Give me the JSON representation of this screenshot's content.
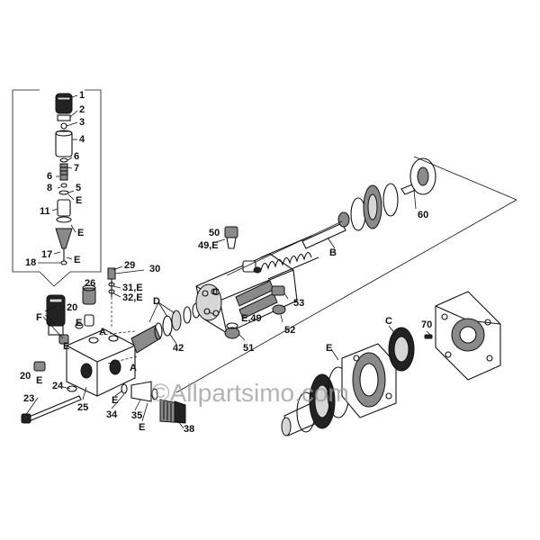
{
  "watermark": "©Allpartsimo.com",
  "colors": {
    "ink": "#111111",
    "paper": "#ffffff",
    "shade": "#8a8a8a",
    "watermark": "#9a9a9a"
  },
  "callouts": [
    {
      "id": "c1",
      "text": "1"
    },
    {
      "id": "c2",
      "text": "2"
    },
    {
      "id": "c3",
      "text": "3"
    },
    {
      "id": "c4",
      "text": "4"
    },
    {
      "id": "c6a",
      "text": "6"
    },
    {
      "id": "c6b",
      "text": "6"
    },
    {
      "id": "c7",
      "text": "7"
    },
    {
      "id": "c8",
      "text": "8"
    },
    {
      "id": "c5",
      "text": "5"
    },
    {
      "id": "cE1",
      "text": "E"
    },
    {
      "id": "c11",
      "text": "11"
    },
    {
      "id": "cE2",
      "text": "E"
    },
    {
      "id": "c17",
      "text": "17"
    },
    {
      "id": "c18",
      "text": "18"
    },
    {
      "id": "cE3",
      "text": "E"
    },
    {
      "id": "c29",
      "text": "29"
    },
    {
      "id": "c30",
      "text": "30"
    },
    {
      "id": "c31",
      "text": "31,E"
    },
    {
      "id": "c32",
      "text": "32,E"
    },
    {
      "id": "c26",
      "text": "26"
    },
    {
      "id": "cF",
      "text": "F"
    },
    {
      "id": "c20a",
      "text": "20"
    },
    {
      "id": "cE4",
      "text": "E"
    },
    {
      "id": "cE5",
      "text": "E"
    },
    {
      "id": "cA1",
      "text": "A"
    },
    {
      "id": "cA2",
      "text": "A"
    },
    {
      "id": "c20b",
      "text": "20"
    },
    {
      "id": "cE6",
      "text": "E"
    },
    {
      "id": "c24",
      "text": "24"
    },
    {
      "id": "c23",
      "text": "23"
    },
    {
      "id": "c25",
      "text": "25"
    },
    {
      "id": "c34",
      "text": "34"
    },
    {
      "id": "cE7",
      "text": "E"
    },
    {
      "id": "c35",
      "text": "35"
    },
    {
      "id": "cE8",
      "text": "E"
    },
    {
      "id": "c38",
      "text": "38"
    },
    {
      "id": "cD",
      "text": "D"
    },
    {
      "id": "c42",
      "text": "42"
    },
    {
      "id": "cC1",
      "text": "C"
    },
    {
      "id": "c50",
      "text": "50"
    },
    {
      "id": "c49",
      "text": "49,E"
    },
    {
      "id": "cB",
      "text": "B"
    },
    {
      "id": "c53",
      "text": "53"
    },
    {
      "id": "c52",
      "text": "52"
    },
    {
      "id": "cE49",
      "text": "E,49"
    },
    {
      "id": "c51",
      "text": "51"
    },
    {
      "id": "c60",
      "text": "60"
    },
    {
      "id": "cC2",
      "text": "C"
    },
    {
      "id": "c70",
      "text": "70"
    },
    {
      "id": "cE9",
      "text": "E"
    }
  ]
}
